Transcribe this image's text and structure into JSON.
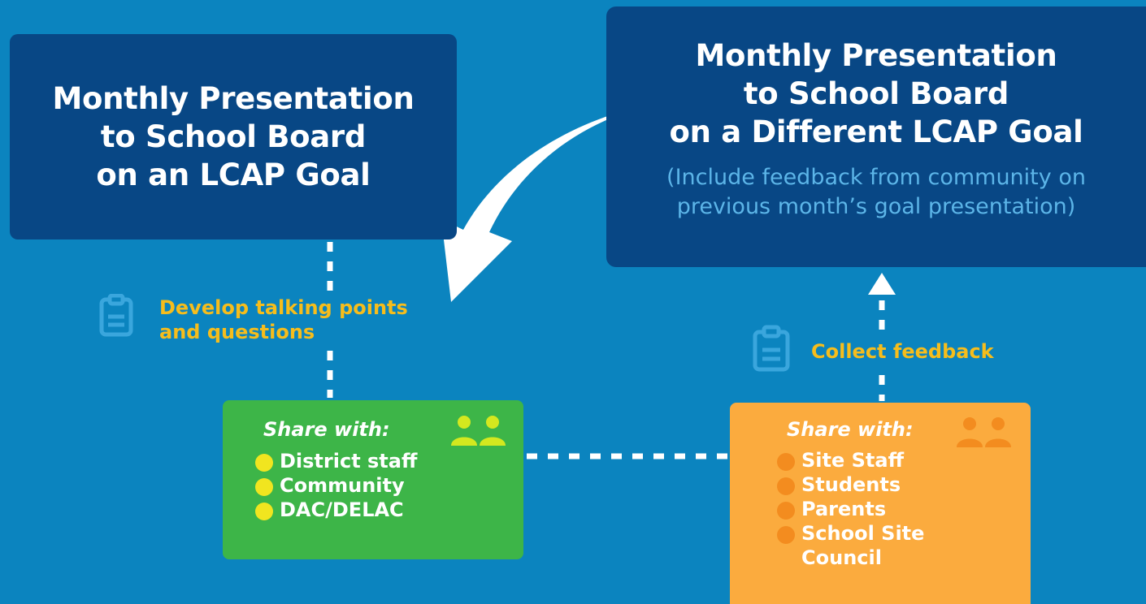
{
  "left_box": {
    "title_lines": [
      "Monthly Presentation",
      "to School Board",
      "on an LCAP Goal"
    ]
  },
  "right_box": {
    "title_lines": [
      "Monthly Presentation",
      "to School Board",
      "on a Different LCAP Goal"
    ],
    "subtitle_lines": [
      "(Include feedback from community on",
      "previous month’s goal presentation)"
    ]
  },
  "steps": {
    "develop_lines": [
      "Develop talking points",
      "and questions"
    ],
    "collect": "Collect feedback"
  },
  "green_card": {
    "heading": "Share with:",
    "items": [
      "District staff",
      "Community",
      "DAC/DELAC"
    ]
  },
  "orange_card": {
    "heading": "Share with:",
    "items": [
      "Site Staff",
      "Students",
      "Parents",
      "School Site",
      "Council"
    ]
  },
  "icons": {
    "clipboard": "clipboard-icon",
    "people": "people-icon",
    "arrow": "curved-arrow-icon"
  },
  "colors": {
    "background": "#0b84bf",
    "box": "#084785",
    "step_text": "#f6bd1c",
    "subtitle": "#5cb5e8",
    "green": "#3db548",
    "orange": "#fbab3e",
    "yellow_dot": "#f1e51f",
    "orange_dot": "#f38c1f"
  }
}
